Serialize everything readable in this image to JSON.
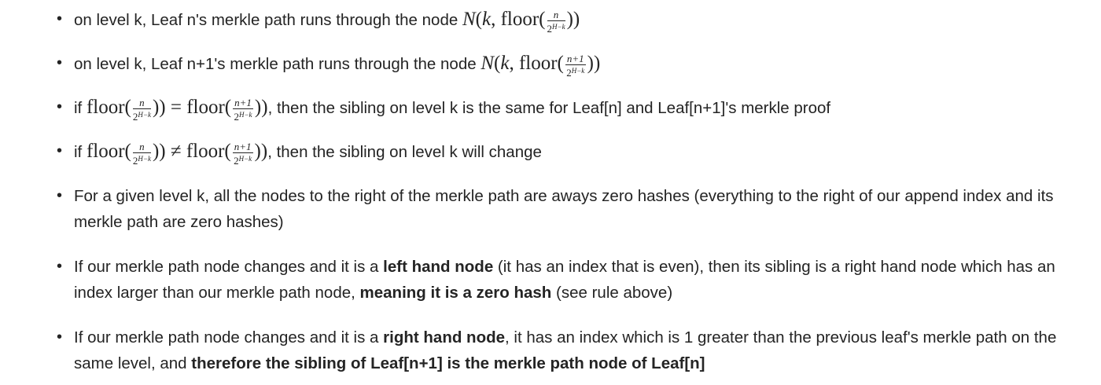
{
  "items": [
    {
      "segments": [
        {
          "t": "text",
          "v": "on level k, Leaf n's merkle path runs through the node "
        },
        {
          "t": "math",
          "tokens": [
            {
              "it": "N"
            },
            {
              "rm": "("
            },
            {
              "it": "k"
            },
            {
              "rm": ", floor("
            },
            {
              "num": "n",
              "den": "2",
              "sup": "H−k"
            },
            {
              "rm": "))"
            }
          ]
        }
      ]
    },
    {
      "segments": [
        {
          "t": "text",
          "v": "on level k, Leaf n+1's merkle path runs through the node "
        },
        {
          "t": "math",
          "tokens": [
            {
              "it": "N"
            },
            {
              "rm": "("
            },
            {
              "it": "k"
            },
            {
              "rm": ", floor("
            },
            {
              "num": "n+1",
              "den": "2",
              "sup": "H−k"
            },
            {
              "rm": "))"
            }
          ]
        }
      ]
    },
    {
      "segments": [
        {
          "t": "text",
          "v": "if "
        },
        {
          "t": "math",
          "tokens": [
            {
              "rm": "floor("
            },
            {
              "num": "n",
              "den": "2",
              "sup": "H−k"
            },
            {
              "rm": ")) = floor("
            },
            {
              "num": "n+1",
              "den": "2",
              "sup": "H−k"
            },
            {
              "rm": "))"
            }
          ]
        },
        {
          "t": "text",
          "v": ", then the sibling on level k is the same for Leaf[n] and Leaf[n+1]'s merkle proof"
        }
      ]
    },
    {
      "segments": [
        {
          "t": "text",
          "v": "if "
        },
        {
          "t": "math",
          "tokens": [
            {
              "rm": "floor("
            },
            {
              "num": "n",
              "den": "2",
              "sup": "H−k"
            },
            {
              "rm": ")) ≠ floor("
            },
            {
              "num": "n+1",
              "den": "2",
              "sup": "H−k"
            },
            {
              "rm": "))"
            }
          ]
        },
        {
          "t": "text",
          "v": ", then the sibling on level k will change"
        }
      ]
    },
    {
      "segments": [
        {
          "t": "text",
          "v": "For a given level k, all the nodes to the right of the merkle path are aways zero hashes (everything to the right of our append index and its merkle path are zero hashes)"
        }
      ]
    },
    {
      "segments": [
        {
          "t": "text",
          "v": "If our merkle path node changes and it is a "
        },
        {
          "t": "bold",
          "v": "left hand node"
        },
        {
          "t": "text",
          "v": " (it has an index that is even), then its sibling is a right hand node which has an index larger than our merkle path node, "
        },
        {
          "t": "bold",
          "v": "meaning it is a zero hash"
        },
        {
          "t": "text",
          "v": " (see rule above)"
        }
      ]
    },
    {
      "segments": [
        {
          "t": "text",
          "v": "If our merkle path node changes and it is a "
        },
        {
          "t": "bold",
          "v": "right hand node"
        },
        {
          "t": "text",
          "v": ", it has an index which is 1 greater than the previous leaf's merkle path on the same level, and "
        },
        {
          "t": "bold",
          "v": "therefore the sibling of Leaf[n+1] is the merkle path node of Leaf[n]"
        }
      ]
    }
  ]
}
